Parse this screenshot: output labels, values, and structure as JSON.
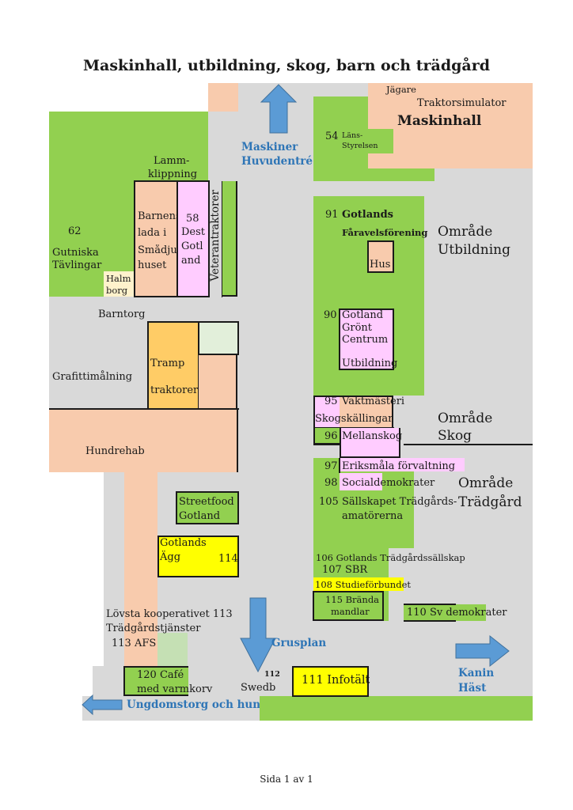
{
  "title": "Maskinhall, utbildning, skog, barn och trädgård",
  "footer": "Sida 1 av 1",
  "colors": {
    "ground": "#d9d9d9",
    "green_area": "#92d050",
    "building_peach": "#f8cbad",
    "pink": "#ffccff",
    "yellow": "#ffff00",
    "orange": "#ffcc66",
    "direction_blue": "#2e75b6",
    "arrow_blue": "#5b9bd5"
  },
  "directions": {
    "maskiner": [
      "Maskiner",
      "Huvudentré"
    ],
    "grusplan": "Grusplan",
    "kanin_hast": [
      "Kanin",
      "Häst"
    ],
    "ungdomstorg": "Ungdomstorg och hundrehab"
  },
  "areas": {
    "utbildning": [
      "Område",
      "Utbildning"
    ],
    "skog": [
      "Område",
      "Skog"
    ],
    "tradgard": [
      "Område",
      "Trädgård"
    ]
  },
  "maskinhall": {
    "jagare": "Jägare",
    "traktorsimulator": "Traktorsimulator",
    "name": "Maskinhall",
    "lans_number": "54",
    "lans_lines": [
      "Läns-",
      "Styrelsen"
    ]
  },
  "left_area": {
    "lammklippning": [
      "Lamm-",
      "klippning"
    ],
    "gutniska_number": "62",
    "gutniska": [
      "Gutniska",
      "Tävlingar"
    ],
    "halmborg": [
      "Halm",
      "borg"
    ],
    "barnens": [
      "Barnens",
      "lada i",
      "Smådju",
      "huset"
    ],
    "dest": [
      "58",
      "Dest",
      "Gotl",
      "and"
    ],
    "veterantraktorer": "Veterantraktorer",
    "barntorg": "Barntorg",
    "grafitti": "Grafittimålning",
    "tramp": [
      "Tramp",
      "traktorer"
    ],
    "hundrehab": "Hundrehab"
  },
  "utbildning_block": {
    "faravel_number": "91",
    "faravel": [
      "Gotlands",
      "Fåravelsförening"
    ],
    "hus": "Hus",
    "gront_number": "90",
    "gront": [
      "Gotland",
      "Grönt",
      "Centrum",
      "Utbildning"
    ]
  },
  "skog_block": {
    "vakt_number": "95",
    "vakt": "Vaktmästeri",
    "skogskallingar": "Skogskällingar",
    "mellan_number": "96",
    "mellan": "Mellanskog"
  },
  "tradgard_block": {
    "items": [
      {
        "number": "97",
        "label": "Eriksmåla förvaltning"
      },
      {
        "number": "98",
        "label": "Socialdemokrater"
      },
      {
        "number": "105",
        "label": "Sällskapet Trädgårds-",
        "label2": "amatörerna"
      }
    ],
    "gts": "106 Gotlands Trädgårdssällskap",
    "sbr": "107  SBR",
    "studie": "108 Studieförbundet",
    "brannda": [
      "115 Brända",
      "mandlar"
    ],
    "svdem": "110 Sv demokrater"
  },
  "lower_left": {
    "streetfood": [
      "Streetfood",
      "Gotland"
    ],
    "agg": [
      "Gotlands",
      "Ägg"
    ],
    "agg_number": "114",
    "lovsta": "Lövsta kooperativet 113",
    "tradgardstjanster": "Trädgårdstjänster",
    "afs": "113  AFS",
    "cafe": [
      "120  Café",
      "med varmkorv"
    ],
    "swedb_number": "112",
    "swedb": "Swedb",
    "infotalt": "111 Infotält"
  }
}
